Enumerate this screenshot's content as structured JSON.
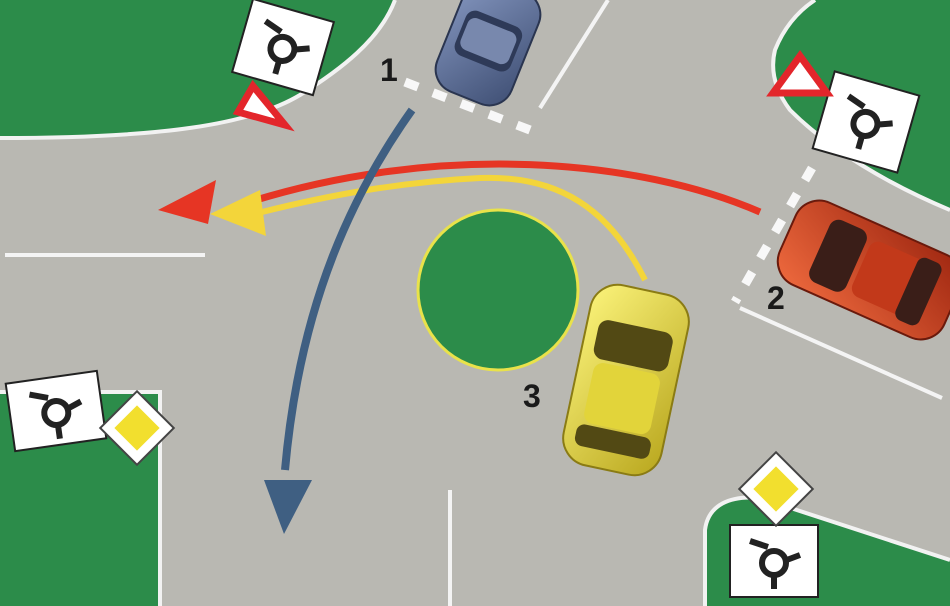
{
  "labels": {
    "car_1": "1",
    "car_2": "2",
    "car_3": "3"
  },
  "vehicles": [
    {
      "id": "car_1",
      "color": "#5a6e96"
    },
    {
      "id": "car_2",
      "color": "#d4401c"
    },
    {
      "id": "car_3",
      "color": "#ece33c"
    }
  ],
  "signs": [
    {
      "type": "roundabout-icon",
      "count": 4
    },
    {
      "type": "yield-icon",
      "count": 2
    },
    {
      "type": "priority-road-icon",
      "count": 2
    }
  ],
  "paths": [
    {
      "vehicle": "car_1",
      "color": "#3f5f82"
    },
    {
      "vehicle": "car_2",
      "color": "#e63524"
    },
    {
      "vehicle": "car_3",
      "color": "#f3d53a"
    }
  ],
  "colors": {
    "road": "#b9b8b2",
    "grass": "#2c8c4a",
    "island": "#2c8c4a",
    "island_border": "#e9e24a",
    "sign_blue_bg": "#ffffff",
    "yield_red": "#e3262b",
    "priority_yellow": "#f2df2e"
  }
}
